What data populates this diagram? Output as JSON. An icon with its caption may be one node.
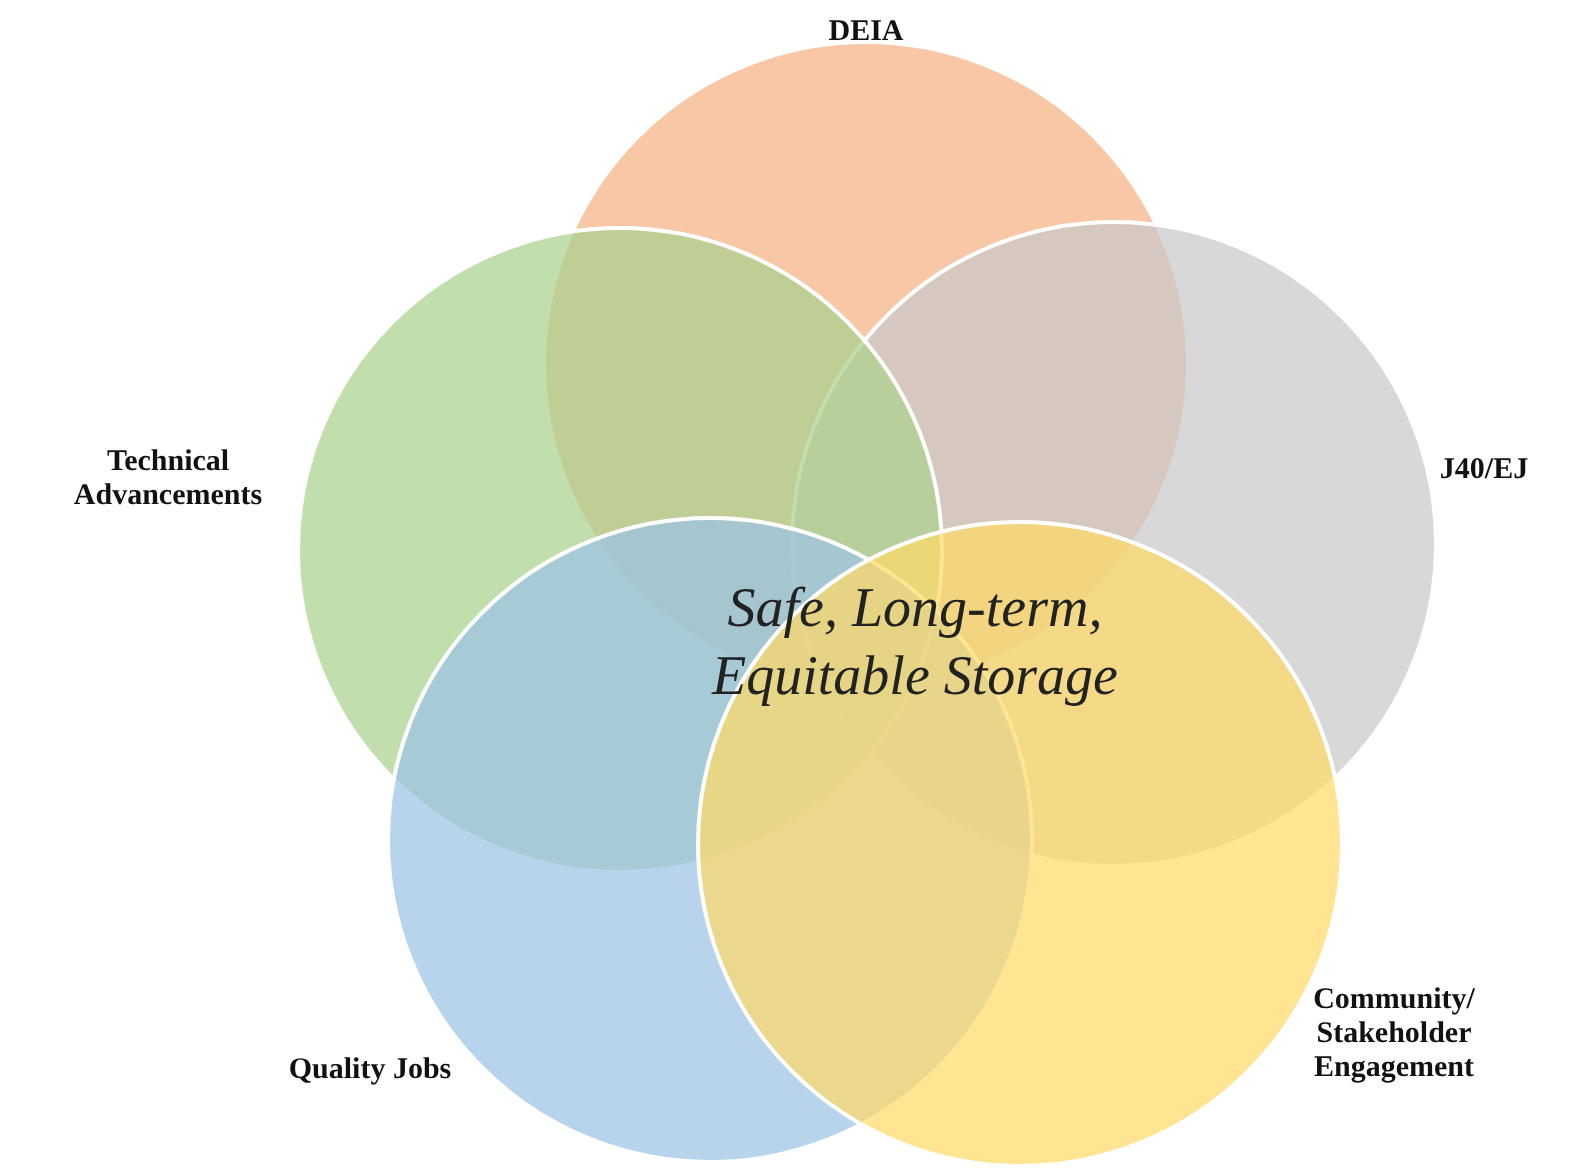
{
  "diagram": {
    "nodes": [
      {
        "text": [
          "DEIA"
        ]
      },
      {
        "text": [
          "J40/EJ"
        ]
      },
      {
        "text": [
          "Technical Advancements"
        ]
      },
      {
        "text": [
          "Quality Jobs"
        ]
      },
      {
        "text": [
          "Community/ Stakeholder Engagement"
        ]
      }
    ],
    "labels": [
      "Safe, Long-term, Equitable Storage"
    ]
  }
}
